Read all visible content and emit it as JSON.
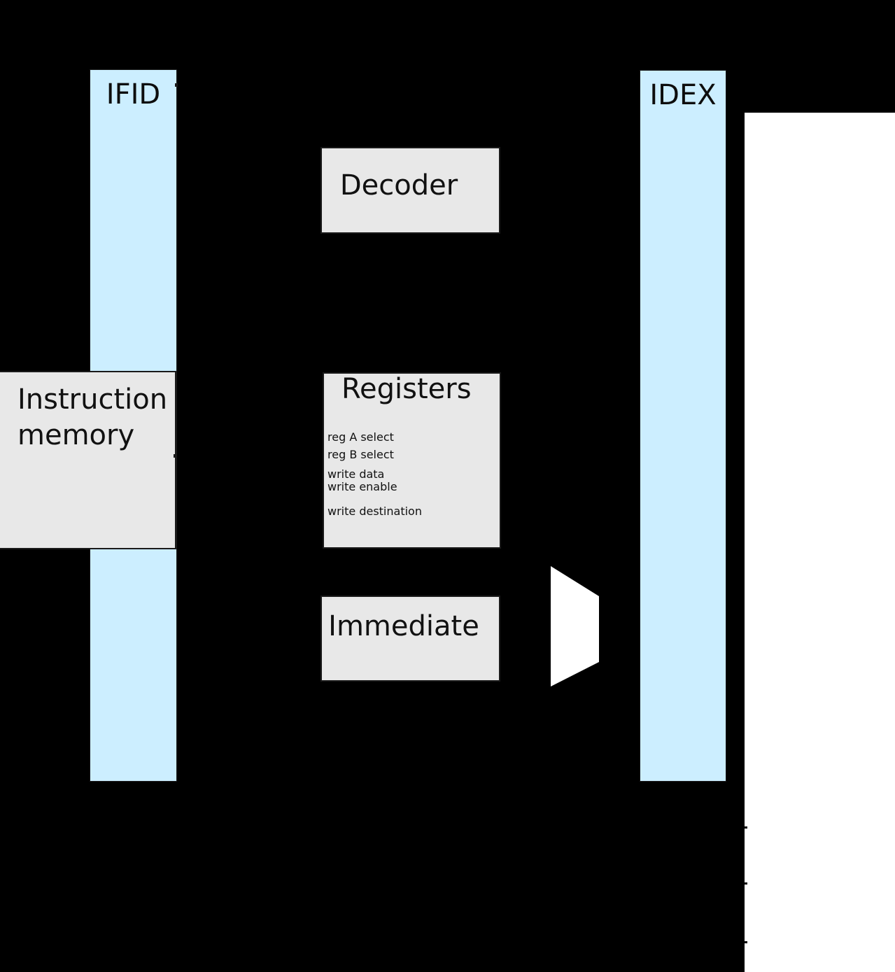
{
  "diagram": {
    "colors": {
      "background": "#000000",
      "canvas": "#ffffff",
      "pipeline_register_fill": "#cceeff",
      "block_fill": "#e8e8e8",
      "border": "#1a1a1a",
      "text": "#0d0d0d"
    },
    "pipeline_registers": {
      "ifid": {
        "label": "IFID"
      },
      "idex": {
        "label": "IDEX"
      }
    },
    "blocks": {
      "instruction_memory": {
        "label": "Instruction memory"
      },
      "decoder": {
        "label": "Decoder"
      },
      "registers": {
        "label": "Registers",
        "ports": {
          "reg_a_select": "reg A select",
          "reg_b_select": "reg B select",
          "write_data": "write data",
          "write_enable": "write enable",
          "write_destination": "write destination"
        }
      },
      "immediate": {
        "label": "Immediate"
      }
    },
    "mux": {
      "name": "multiplexer"
    }
  }
}
